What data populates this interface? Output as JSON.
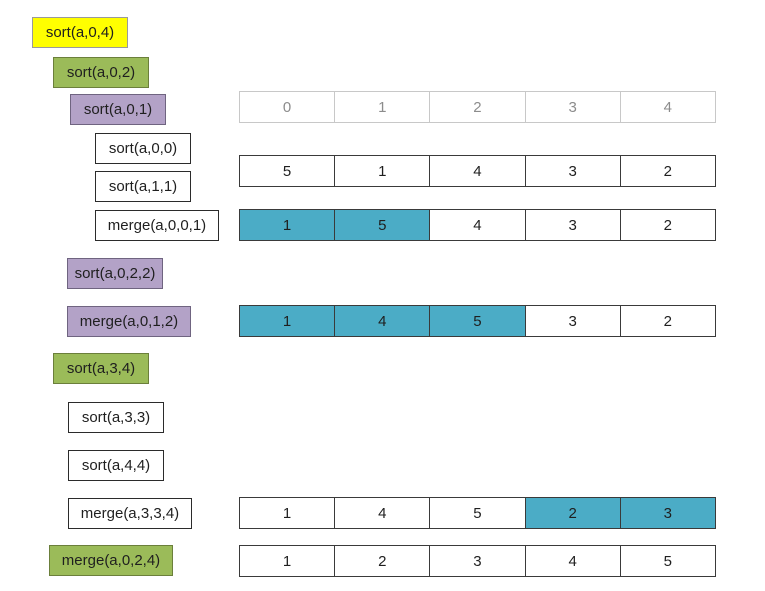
{
  "calls": [
    {
      "label": "sort(a,0,4)"
    },
    {
      "label": "sort(a,0,2)"
    },
    {
      "label": "sort(a,0,1)"
    },
    {
      "label": "sort(a,0,0)"
    },
    {
      "label": "sort(a,1,1)"
    },
    {
      "label": "merge(a,0,0,1)"
    },
    {
      "label": "sort(a,0,2,2)"
    },
    {
      "label": "merge(a,0,1,2)"
    },
    {
      "label": "sort(a,3,4)"
    },
    {
      "label": "sort(a,3,3)"
    },
    {
      "label": "sort(a,4,4)"
    },
    {
      "label": "merge(a,3,3,4)"
    },
    {
      "label": "merge(a,0,2,4)"
    }
  ],
  "colors": {
    "level0": "#ffff00",
    "level1": "#9bbb59",
    "level2": "#b3a2c7",
    "leaf": "#ffffff",
    "highlight": "#4bacc6"
  },
  "array_rows": [
    {
      "id": "indices",
      "cells": [
        "0",
        "1",
        "2",
        "3",
        "4"
      ],
      "highlight": []
    },
    {
      "id": "initial",
      "cells": [
        "5",
        "1",
        "4",
        "3",
        "2"
      ],
      "highlight": []
    },
    {
      "id": "after-merge-0-0-1",
      "cells": [
        "1",
        "5",
        "4",
        "3",
        "2"
      ],
      "highlight": [
        0,
        1
      ]
    },
    {
      "id": "after-merge-0-1-2",
      "cells": [
        "1",
        "4",
        "5",
        "3",
        "2"
      ],
      "highlight": [
        0,
        1,
        2
      ]
    },
    {
      "id": "after-merge-3-3-4",
      "cells": [
        "1",
        "4",
        "5",
        "2",
        "3"
      ],
      "highlight": [
        3,
        4
      ]
    },
    {
      "id": "after-merge-0-2-4",
      "cells": [
        "1",
        "2",
        "3",
        "4",
        "5"
      ],
      "highlight": []
    }
  ]
}
